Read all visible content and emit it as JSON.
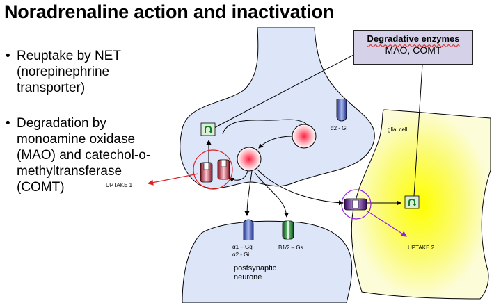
{
  "title": "Noradrenaline action and inactivation",
  "bullets": [
    {
      "text": "Reuptake by NET\n(norepinephrine\ntransporter)"
    },
    {
      "text": "Degradation by\nmonoamine oxidase\n(MAO) and catechol-o-\nmethyltransferase\n(COMT)"
    }
  ],
  "enzymes_box": {
    "title": "Degradative enzymes",
    "subtitle": "MAO, COMT"
  },
  "labels": {
    "uptake1": "UPTAKE 1",
    "uptake2": "UPTAKE 2",
    "glial_cell": "glial cell",
    "presyn_receptor": "α2 - Gi",
    "postsyn_alpha1": "α1 – Gq",
    "postsyn_alpha2": "α2 - Gi",
    "postsyn_beta": "B1/2 – Gs",
    "postsynaptic_neurone": "postsynaptic\nneurone"
  },
  "colors": {
    "neuron_fill": "#dde5f8",
    "glial_fill": "#f8f8a0",
    "glial_core": "#ffff00",
    "enzyme_box": "#d5d1e8",
    "uptake1_arrow": "#e02020",
    "uptake2_arrow": "#9020e0",
    "transporter_red": "#b01830",
    "transporter_purple": "#5a1080",
    "receptor_blue": "#3a4ab8",
    "receptor_green": "#1a7a2a",
    "vesicle_glow": "#ff2040"
  },
  "icons": [
    "enzyme-arrow-icon",
    "enzyme-arrow-icon"
  ]
}
